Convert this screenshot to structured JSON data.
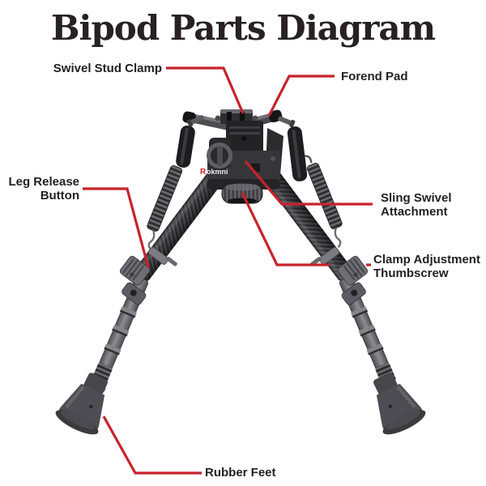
{
  "title": "Bipod Parts Diagram",
  "accent_color": "#c8232b",
  "text_color": "#231f20",
  "brand": {
    "logo_r": "R",
    "logo_rest": "okmni"
  },
  "labels": {
    "swivel_stud_clamp": {
      "line1": "Swivel Stud Clamp"
    },
    "forend_pad": {
      "line1": "Forend Pad"
    },
    "leg_release_button": {
      "line1": "Leg Release",
      "line2": "Button"
    },
    "sling_swivel_attachment": {
      "line1": "Sling Swivel",
      "line2": "Attachment"
    },
    "clamp_adjustment_thumbscrew": {
      "line1": "Clamp Adjustment",
      "line2": "Thumbscrew"
    },
    "rubber_feet": {
      "line1": "Rubber Feet"
    }
  }
}
